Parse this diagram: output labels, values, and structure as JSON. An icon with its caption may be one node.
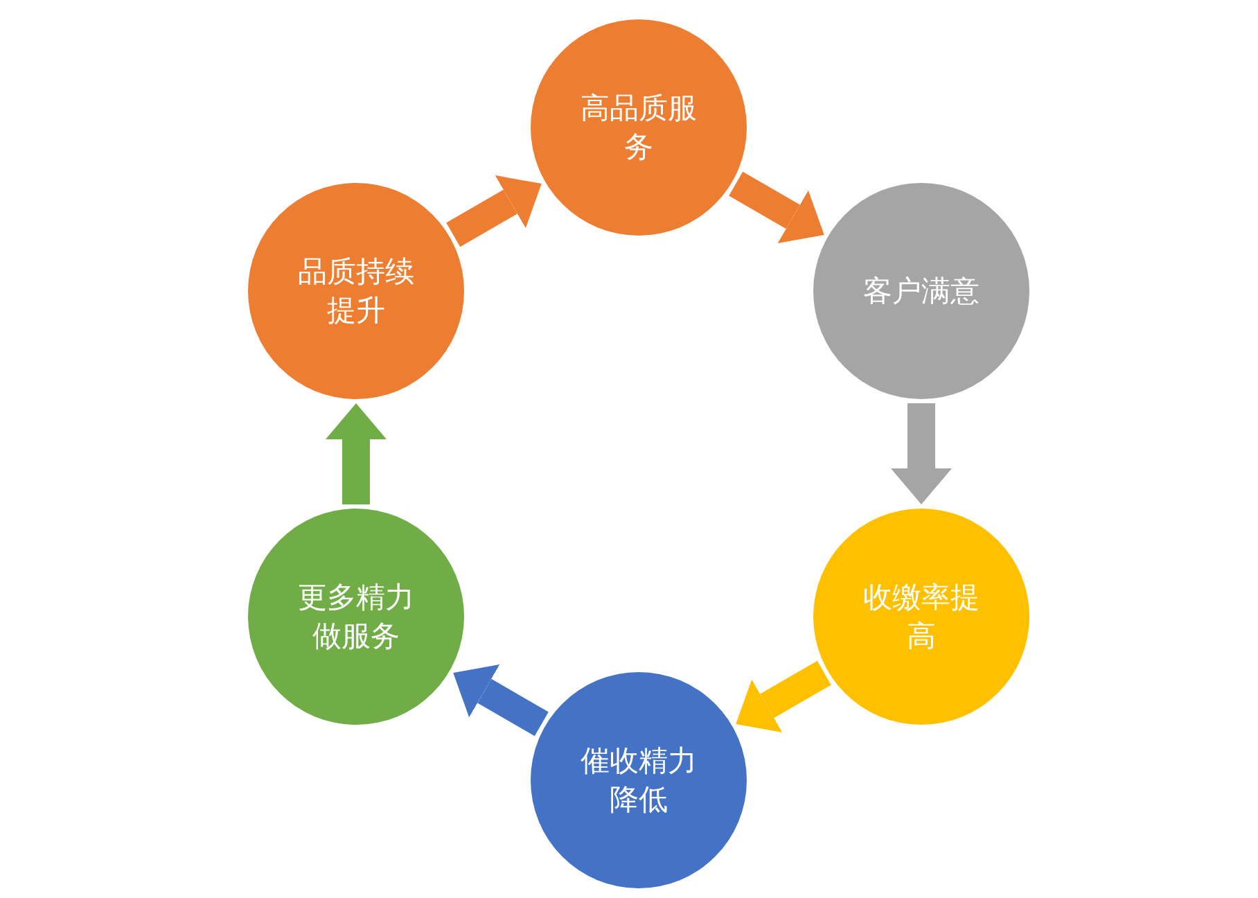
{
  "diagram": {
    "nodes": [
      {
        "text": [
          "高品质服务"
        ]
      },
      {
        "text": [
          "品质持续提升"
        ]
      },
      {
        "text": [
          "客户满意"
        ]
      },
      {
        "text": [
          "更多精力做服务"
        ]
      },
      {
        "text": [
          "收缴率提高"
        ]
      },
      {
        "text": [
          "催收精力降低"
        ]
      }
    ],
    "edges": [
      {
        "from": 0,
        "to": 2,
        "arrow": "to"
      },
      {
        "from": 2,
        "to": 4,
        "arrow": "to",
        "color": "#a5a5a5"
      },
      {
        "from": 4,
        "to": 5,
        "arrow": "to",
        "color": "#ffc000"
      },
      {
        "from": 5,
        "to": 3,
        "arrow": "to",
        "color": "#4472c4"
      },
      {
        "from": 3,
        "to": 1,
        "arrow": "to",
        "color": "#70ad47"
      },
      {
        "from": 1,
        "to": 0,
        "arrow": "to"
      }
    ]
  }
}
